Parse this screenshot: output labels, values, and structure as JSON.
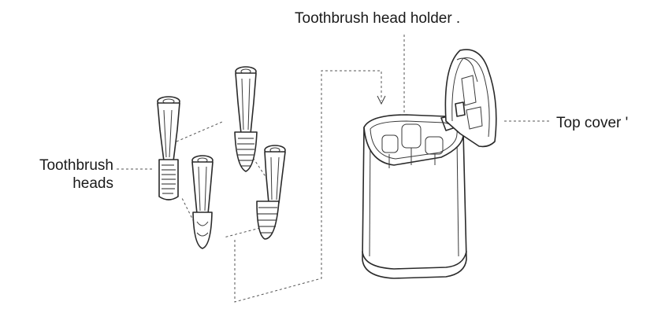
{
  "labels": {
    "holder": "Toothbrush head holder .",
    "cover": "Top cover '",
    "heads_line1": "Toothbrush",
    "heads_line2": "heads"
  },
  "colors": {
    "ink": "#2a2a2a",
    "background": "#ffffff"
  }
}
